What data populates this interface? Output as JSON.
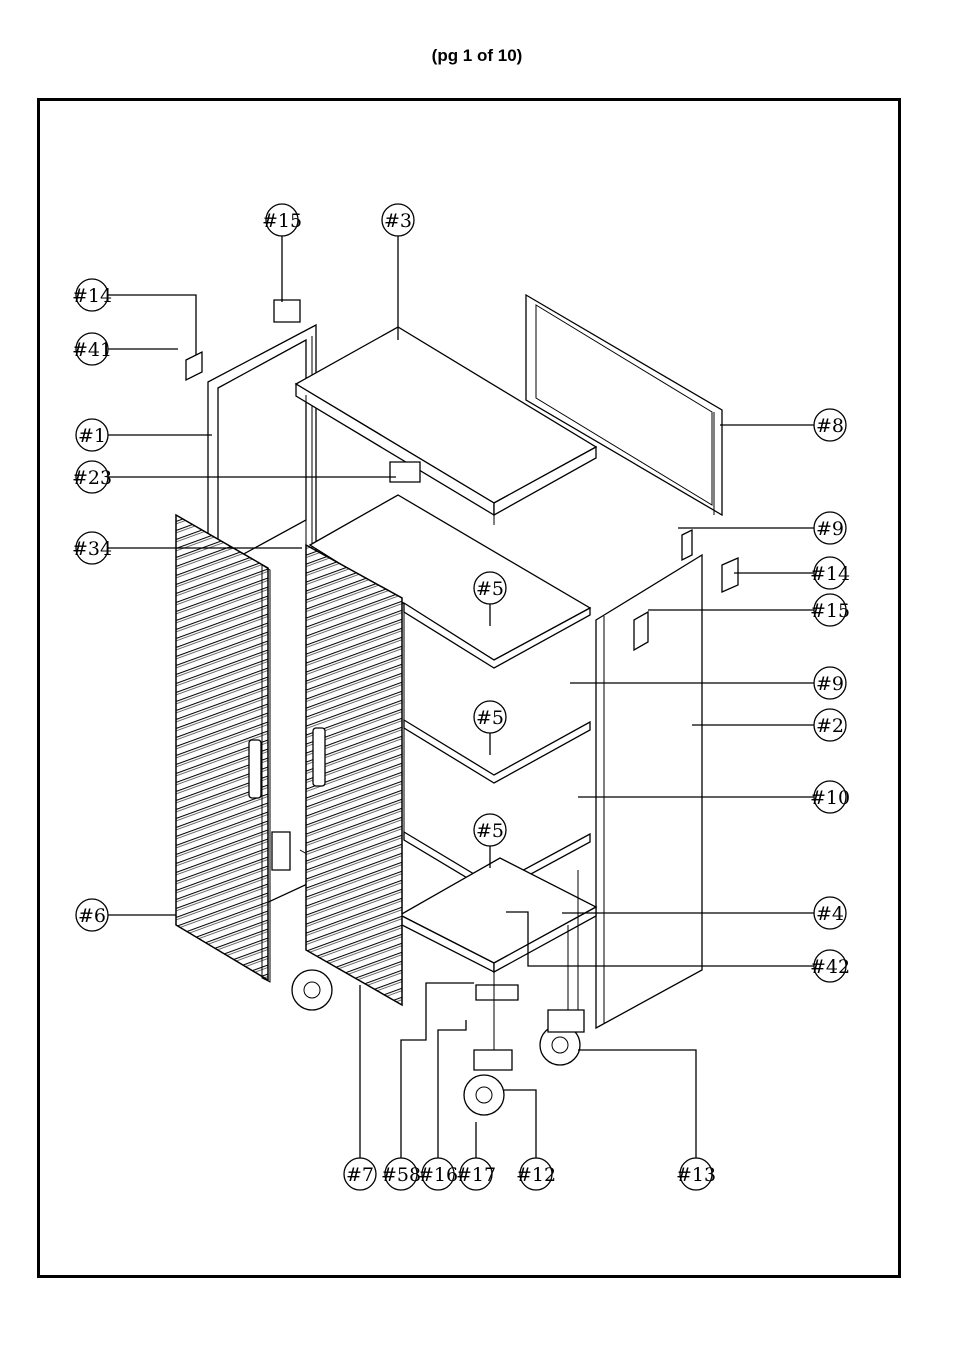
{
  "page": {
    "header": "(pg 1 of 10)"
  },
  "callouts": [
    {
      "id": "c15a",
      "label": "#15"
    },
    {
      "id": "c3",
      "label": "#3"
    },
    {
      "id": "c14a",
      "label": "#14"
    },
    {
      "id": "c41",
      "label": "#41"
    },
    {
      "id": "c1",
      "label": "#1"
    },
    {
      "id": "c23",
      "label": "#23"
    },
    {
      "id": "c34",
      "label": "#34"
    },
    {
      "id": "c6",
      "label": "#6"
    },
    {
      "id": "c5a",
      "label": "#5"
    },
    {
      "id": "c5b",
      "label": "#5"
    },
    {
      "id": "c5c",
      "label": "#5"
    },
    {
      "id": "c8",
      "label": "#8"
    },
    {
      "id": "c9a",
      "label": "#9"
    },
    {
      "id": "c14b",
      "label": "#14"
    },
    {
      "id": "c15b",
      "label": "#15"
    },
    {
      "id": "c9b",
      "label": "#9"
    },
    {
      "id": "c2",
      "label": "#2"
    },
    {
      "id": "c10",
      "label": "#10"
    },
    {
      "id": "c4",
      "label": "#4"
    },
    {
      "id": "c42",
      "label": "#42"
    },
    {
      "id": "c7",
      "label": "#7"
    },
    {
      "id": "c58",
      "label": "#58"
    },
    {
      "id": "c16",
      "label": "#16"
    },
    {
      "id": "c17",
      "label": "#17"
    },
    {
      "id": "c12",
      "label": "#12"
    },
    {
      "id": "c13",
      "label": "#13"
    }
  ]
}
